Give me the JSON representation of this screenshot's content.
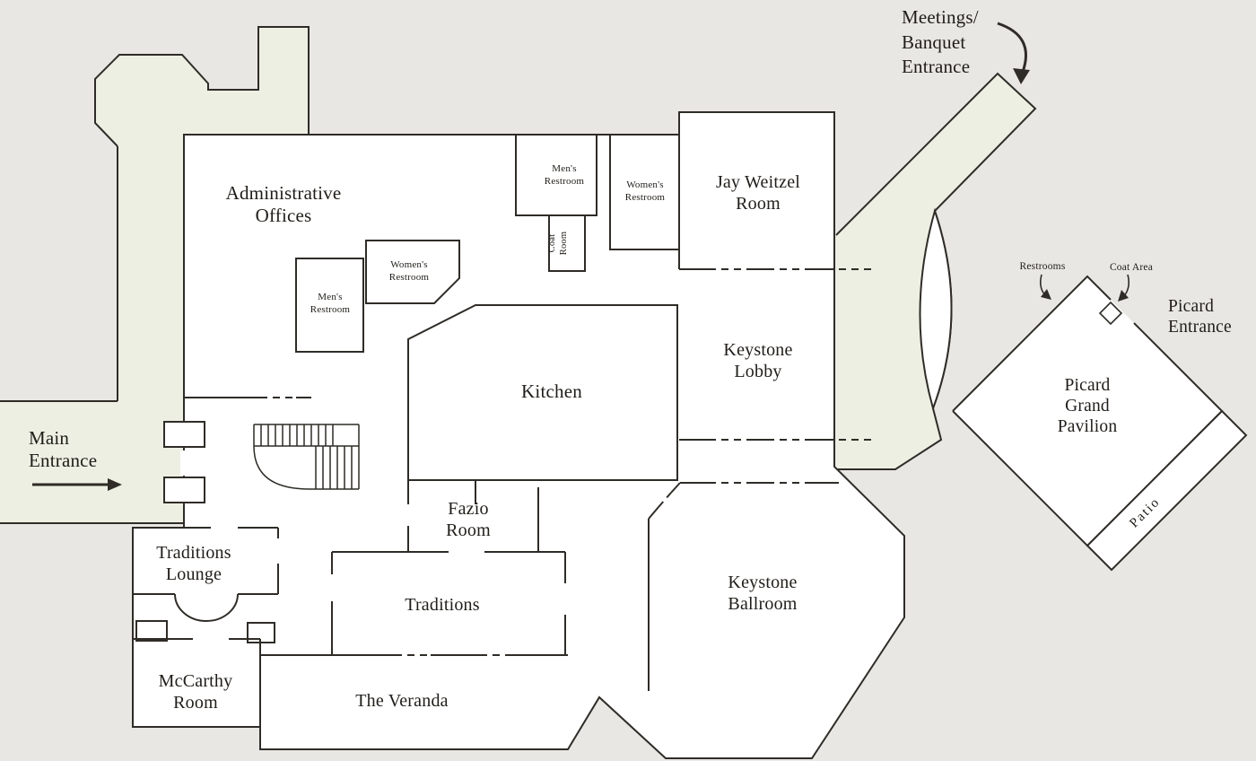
{
  "colors": {
    "background": "#e8e7e4",
    "corridor_fill": "#edefe3",
    "room_fill": "#ffffff",
    "wall": "#2f2c27",
    "text": "#201d19"
  },
  "icons": [
    "main-entrance-arrow-icon",
    "meetings-banquet-arrow-icon",
    "restrooms-arrow-icon",
    "coat-area-arrow-icon"
  ],
  "labels": {
    "meetings_banquet_entrance": "Meetings/\nBanquet\nEntrance",
    "administrative_offices": "Administrative\nOffices",
    "mens_restroom_upper": "Men's\nRestroom",
    "womens_restroom_upper": "Women's\nRestroom",
    "coat_room": "Coat\nRoom",
    "jay_weitzel_room": "Jay Weitzel\nRoom",
    "womens_restroom_admin": "Women's\nRestroom",
    "mens_restroom_admin": "Men's\nRestroom",
    "kitchen": "Kitchen",
    "keystone_lobby": "Keystone\nLobby",
    "main_entrance": "Main\nEntrance",
    "fazio_room": "Fazio\nRoom",
    "traditions_lounge": "Traditions\nLounge",
    "traditions": "Traditions",
    "keystone_ballroom": "Keystone\nBallroom",
    "mccarthy_room": "McCarthy\nRoom",
    "the_veranda": "The Veranda",
    "picard_grand_pavilion": "Picard\nGrand\nPavilion",
    "restrooms": "Restrooms",
    "coat_area": "Coat Area",
    "picard_entrance": "Picard\nEntrance",
    "patio": "Patio"
  }
}
